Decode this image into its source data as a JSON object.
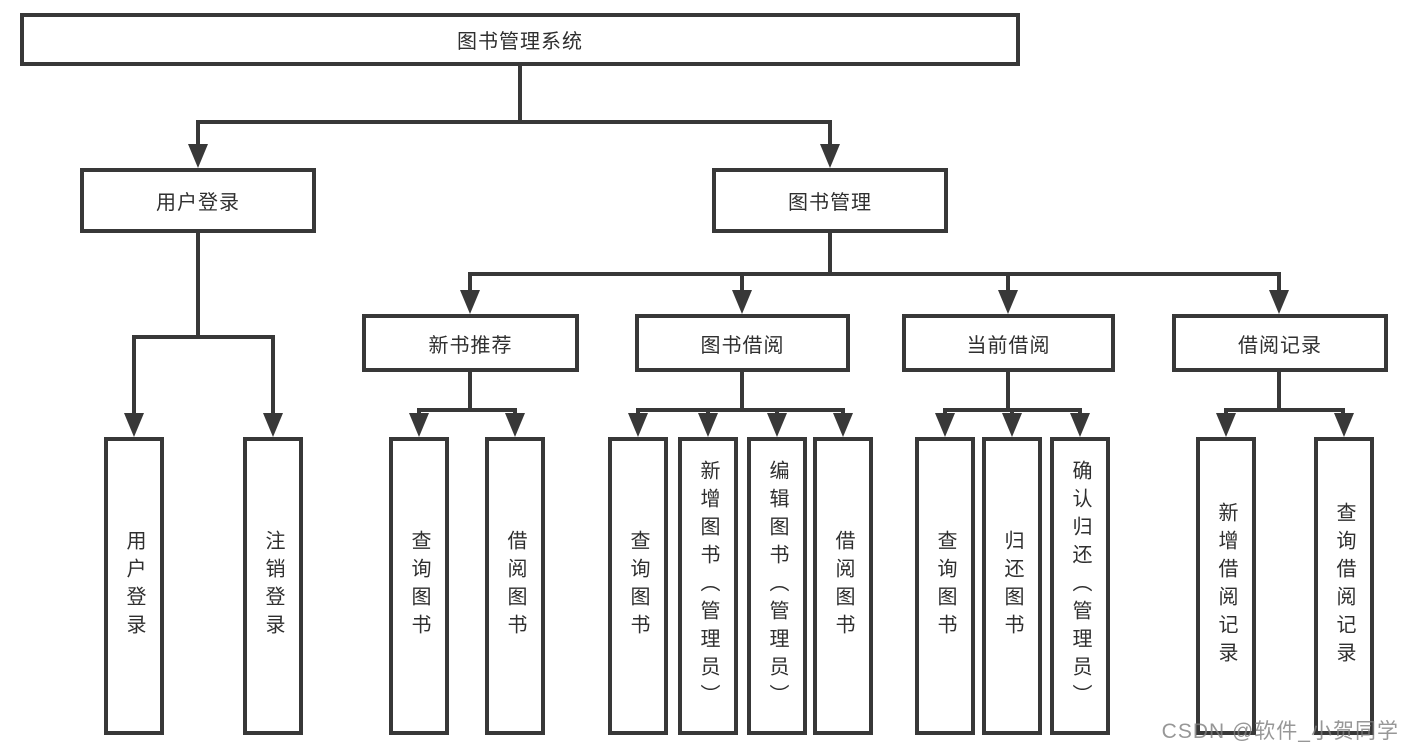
{
  "diagram_type": "hierarchy",
  "title": "图书管理系统",
  "watermark": {
    "text": "CSDN @软件_小贺同学"
  },
  "colors": {
    "line": "#383838",
    "box_border": "#383838",
    "text": "#2f2f2f",
    "background": "#ffffff",
    "watermark": "#7d7d7d"
  },
  "tree": {
    "label": "图书管理系统",
    "children": [
      {
        "label": "用户登录",
        "children": [
          {
            "label": "用户登录"
          },
          {
            "label": "注销登录"
          }
        ]
      },
      {
        "label": "图书管理",
        "children": [
          {
            "label": "新书推荐",
            "children": [
              {
                "label": "查询图书"
              },
              {
                "label": "借阅图书"
              }
            ]
          },
          {
            "label": "图书借阅",
            "children": [
              {
                "label": "查询图书"
              },
              {
                "label": "新增图书（管理员）"
              },
              {
                "label": "编辑图书（管理员）"
              },
              {
                "label": "借阅图书"
              }
            ]
          },
          {
            "label": "当前借阅",
            "children": [
              {
                "label": "查询图书"
              },
              {
                "label": "归还图书"
              },
              {
                "label": "确认归还（管理员）"
              }
            ]
          },
          {
            "label": "借阅记录",
            "children": [
              {
                "label": "新增借阅记录"
              },
              {
                "label": "查询借阅记录"
              }
            ]
          }
        ]
      }
    ]
  }
}
